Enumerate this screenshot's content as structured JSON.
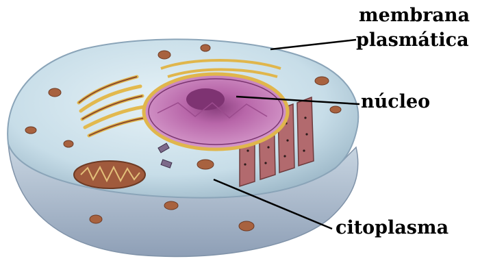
{
  "labels": {
    "membrana_line1": "membrana",
    "membrana_line2": "plasmática",
    "nucleo": "núcleo",
    "citoplasma": "citoplasma"
  },
  "colors": {
    "cytoplasm": "#cfe3ec",
    "membrane_edge": "#9fb8c8",
    "nucleus": "#c07ab8",
    "nucleolus": "#8a3f7e",
    "organelle": "#9b5b3a",
    "golgi": "#e8c86a",
    "leader_line": "#000000"
  }
}
